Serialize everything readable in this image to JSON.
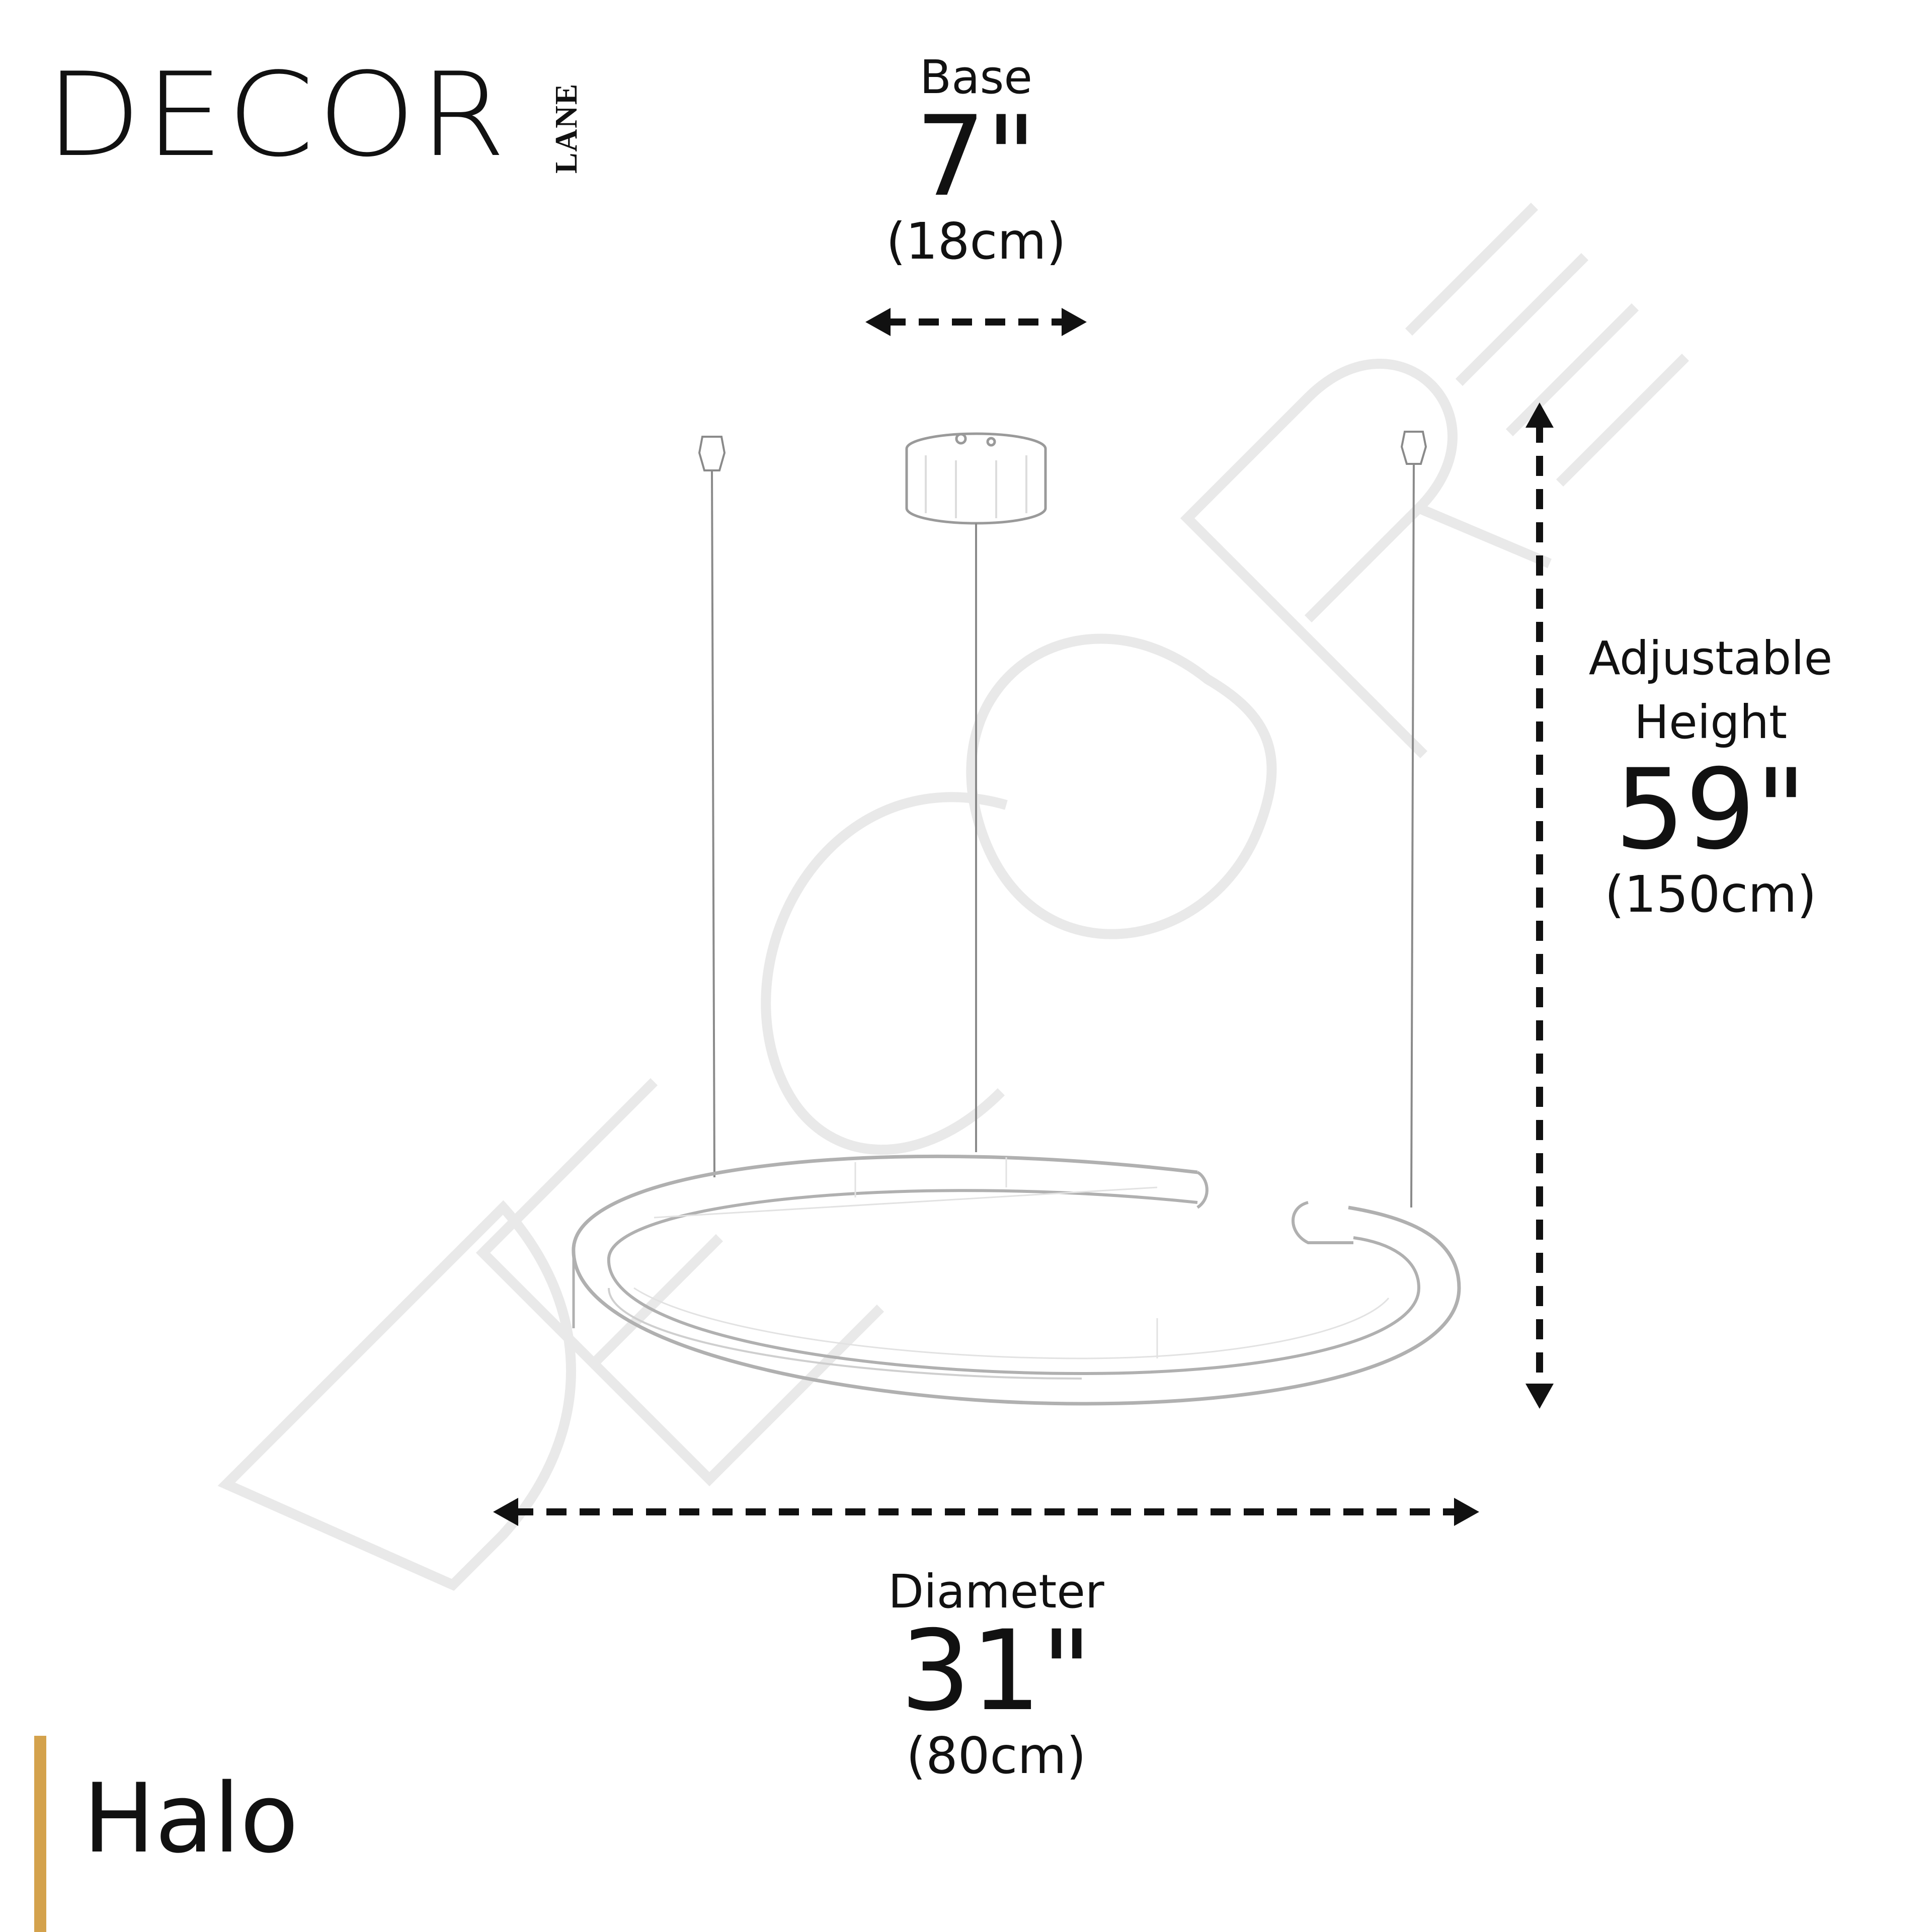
{
  "brand": {
    "logo_word": "DECOR",
    "logo_sub": "LANE",
    "watermark_word": "DECOR LANE",
    "accent_color": "#d4a24c"
  },
  "dimensions": {
    "base": {
      "label": "Base",
      "imperial": "7\"",
      "metric": "(18cm)"
    },
    "height": {
      "label_line1": "Adjustable",
      "label_line2": "Height",
      "imperial": "59\"",
      "metric": "(150cm)"
    },
    "diameter": {
      "label": "Diameter",
      "imperial": "31\"",
      "metric": "(80cm)"
    }
  },
  "product": {
    "name": "Halo",
    "illustration": "ring-pendant-light-sketch"
  }
}
